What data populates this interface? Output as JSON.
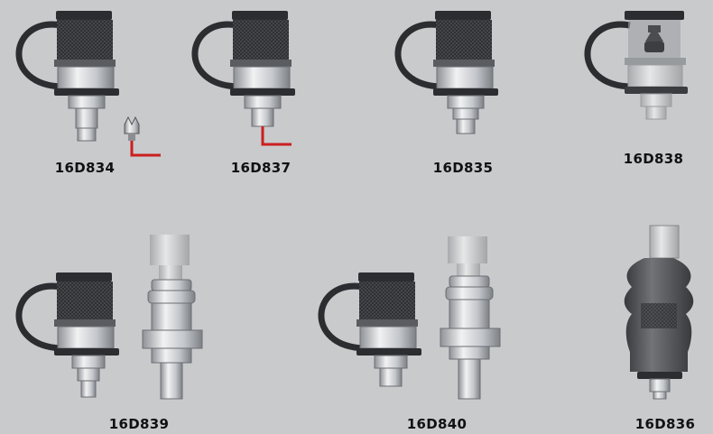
{
  "products": [
    {
      "part": "16D834",
      "accessory": "sensor-cable"
    },
    {
      "part": "16D837",
      "accessory": "cable"
    },
    {
      "part": "16D835",
      "accessory": "none"
    },
    {
      "part": "16D838",
      "accessory": "transparent-cap"
    },
    {
      "part": "16D839",
      "accessory": "mating-plug"
    },
    {
      "part": "16D840",
      "accessory": "mating-plug"
    },
    {
      "part": "16D836",
      "accessory": "bellows-sleeve"
    }
  ],
  "colors": {
    "background": "#c9cacc",
    "cap": "#3a3c3f",
    "strap": "#2b2d30",
    "metal": "#d4d6d9",
    "cable": "#cc1f1f"
  }
}
